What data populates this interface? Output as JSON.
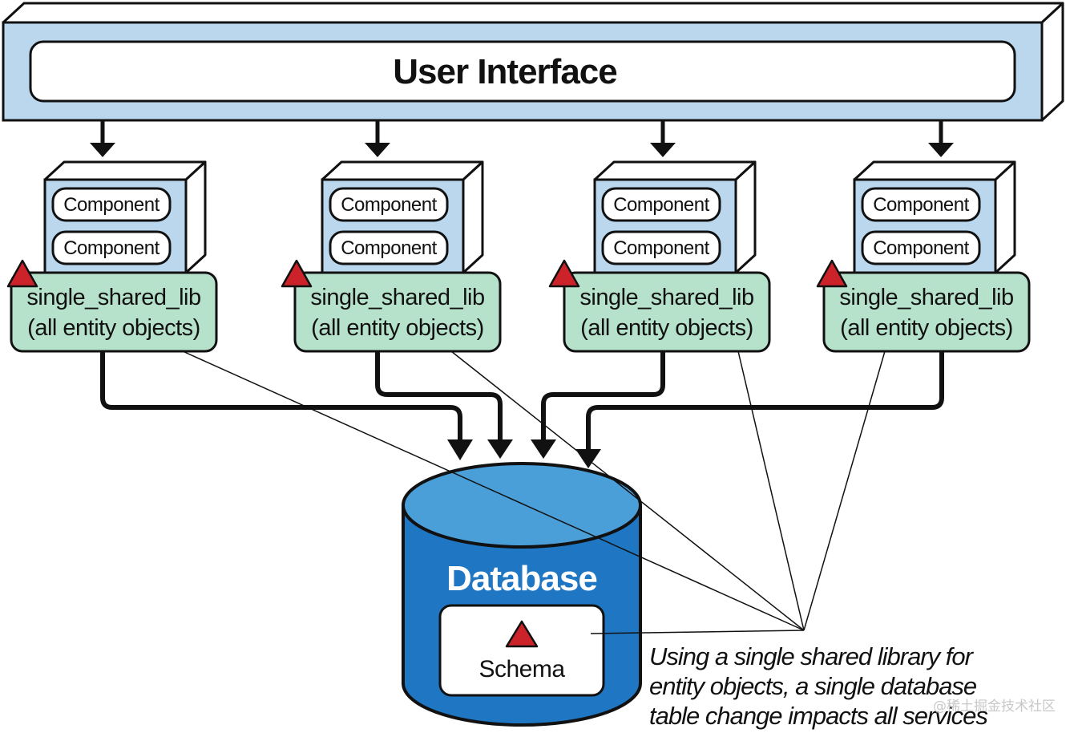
{
  "ui_layer": {
    "title": "User Interface"
  },
  "services": [
    {
      "components": [
        "Component",
        "Component"
      ],
      "lib_name": "single_shared_lib",
      "lib_desc": "(all entity objects)"
    },
    {
      "components": [
        "Component",
        "Component"
      ],
      "lib_name": "single_shared_lib",
      "lib_desc": "(all entity objects)"
    },
    {
      "components": [
        "Component",
        "Component"
      ],
      "lib_name": "single_shared_lib",
      "lib_desc": "(all entity objects)"
    },
    {
      "components": [
        "Component",
        "Component"
      ],
      "lib_name": "single_shared_lib",
      "lib_desc": "(all entity objects)"
    }
  ],
  "database": {
    "title": "Database",
    "schema_label": "Schema"
  },
  "annotation": {
    "lines": [
      "Using a single shared library for",
      "entity objects, a single database",
      "table change impacts all services"
    ]
  },
  "watermark": "@稀土掘金技术社区",
  "colors": {
    "ui_bar": "#bad7ee",
    "component_box": "#bad7ee",
    "shared_lib": "#b6e2cc",
    "database": "#1f77c4",
    "database_top": "#4a9fd8",
    "change_marker": "#cc2229"
  }
}
